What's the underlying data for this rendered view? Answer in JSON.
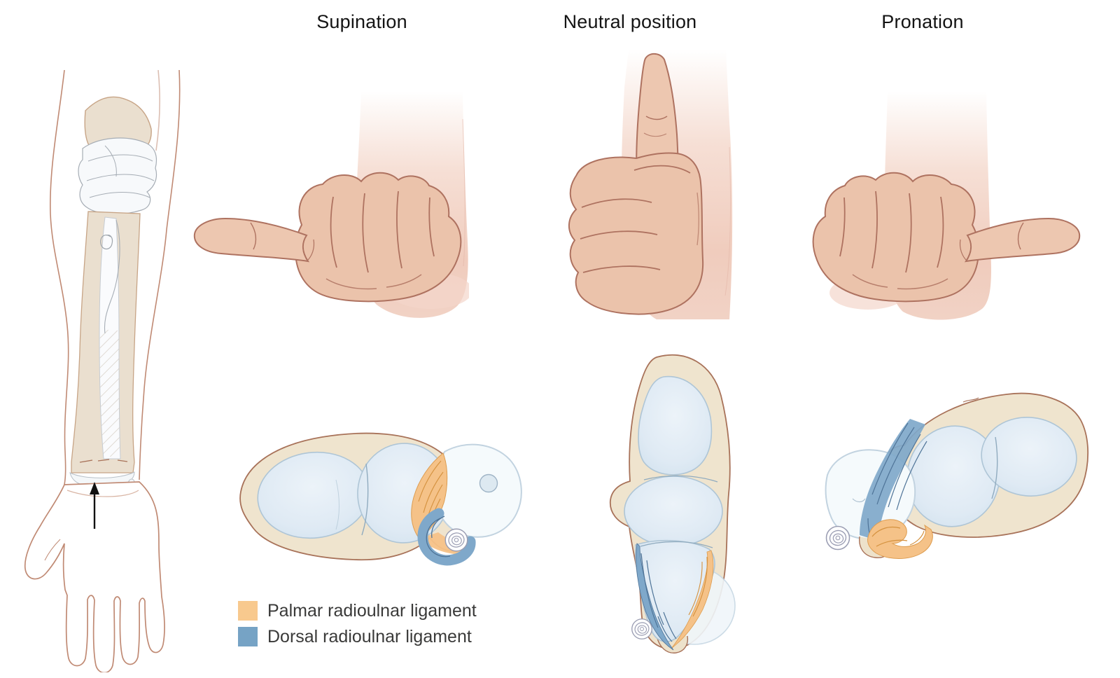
{
  "columns": [
    {
      "id": "supination",
      "title": "Supination"
    },
    {
      "id": "neutral",
      "title": "Neutral position"
    },
    {
      "id": "pronation",
      "title": "Pronation"
    }
  ],
  "legend": {
    "items": [
      {
        "label": "Palmar radioulnar ligament",
        "color": "#F8C98E"
      },
      {
        "label": "Dorsal radioulnar ligament",
        "color": "#76A3C5"
      }
    ]
  },
  "icons": {
    "view_direction_arrow": "↑"
  },
  "colors": {
    "background": "#FFFFFF",
    "palmar_ligament": "#F5C288",
    "dorsal_ligament": "#7FA8CA",
    "skin_fill": "#EBC3AB",
    "skin_outline": "#AE7260",
    "bone_fill": "#EFE4CE",
    "bone_outline": "#A87259",
    "cartilage_fill": "#DCE9F3",
    "title_text": "#141414",
    "legend_text": "#3A3A39"
  }
}
